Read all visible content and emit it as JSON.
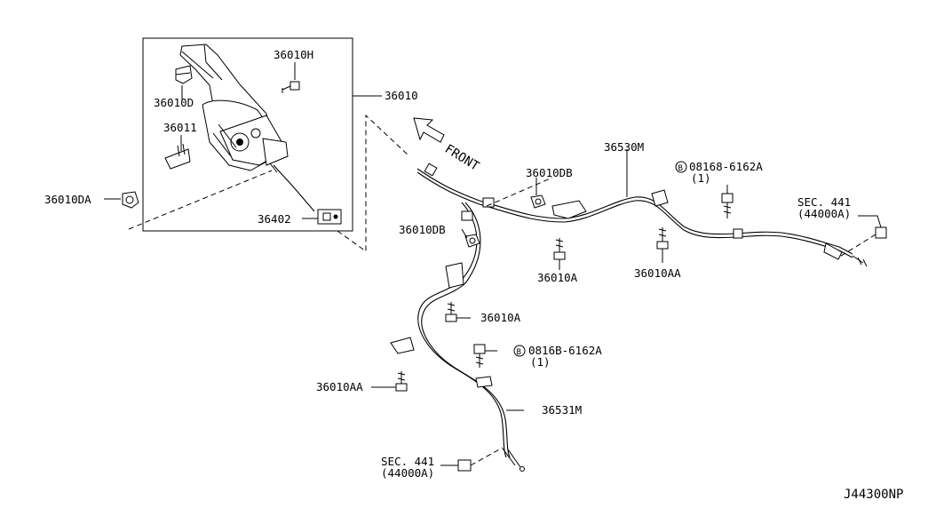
{
  "diagram": {
    "code": "J44300NP",
    "direction": "FRONT",
    "labels": {
      "p36010": "36010",
      "p36010H": "36010H",
      "p36010D": "36010D",
      "p36011": "36011",
      "p36010DA": "36010DA",
      "p36402": "36402",
      "p36010DB_top": "36010DB",
      "p36010DB_left": "36010DB",
      "p36530M": "36530M",
      "bolt_circle_top": "B",
      "bolt_top": "08168-6162A",
      "bolt_top_qty": "(1)",
      "sec_right": "SEC. 441",
      "sec_right_ref": "(44000A)",
      "p36010A_mid": "36010A",
      "p36010AA_mid": "36010AA",
      "p36010A_low": "36010A",
      "bolt_circle_low": "B",
      "bolt_low": "0816B-6162A",
      "bolt_low_qty": "(1)",
      "p36010AA_low": "36010AA",
      "p36531M": "36531M",
      "sec_low": "SEC. 441",
      "sec_low_ref": "(44000A)"
    }
  }
}
